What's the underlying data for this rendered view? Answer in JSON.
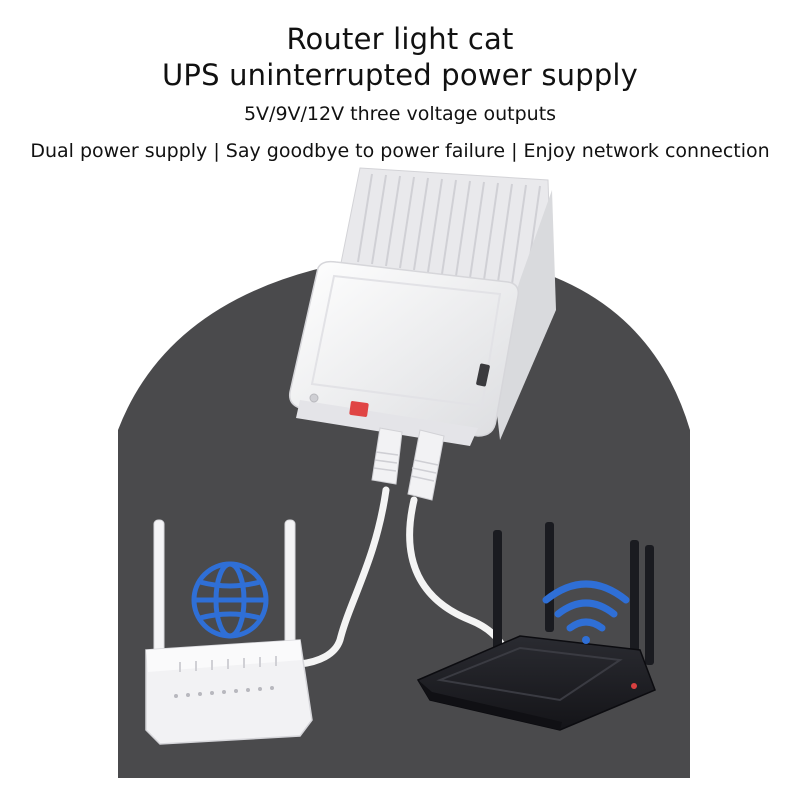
{
  "headline": {
    "line1": "Router light cat",
    "line2": "UPS uninterrupted power supply",
    "line3": "5V/9V/12V three voltage outputs",
    "line4": "Dual power supply | Say goodbye to power failure | Enjoy network connection"
  },
  "colors": {
    "backdrop": "#4a4a4c",
    "ups_body": "#f1f1f3",
    "accent_blue": "#2f6fd6",
    "cable": "#f4f4f4",
    "dark_router": "#1e1f24",
    "white_router": "#f2f2f4"
  },
  "icons": {
    "internet": "globe-icon",
    "wireless": "wifi-icon"
  }
}
